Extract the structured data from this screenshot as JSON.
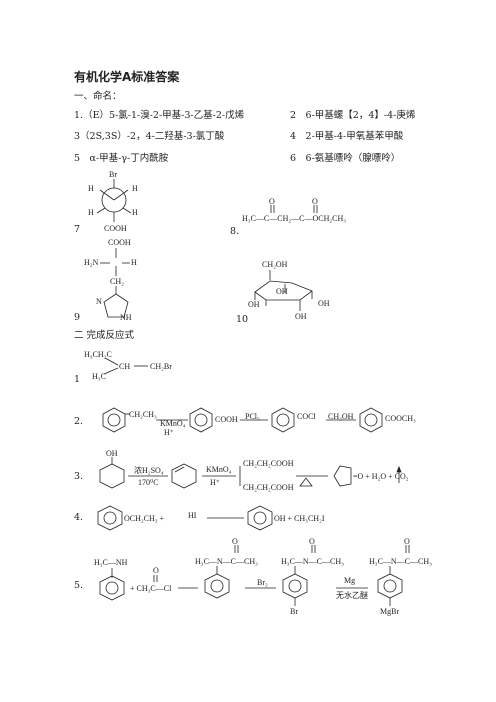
{
  "title": "有机化学A标准答案",
  "section1": "一、命名：",
  "section2": "二 完成反应式",
  "names": [
    "1.（E）5-氯-1-溴-2-甲基-3-乙基-2-戊烯",
    "2　6-甲基螺【2，4】-4-庚烯",
    "3（2S,3S）-2，4-二羟基-3-氯丁酸",
    "4　2-甲基-4-甲氧基苯甲酸",
    "5　α-甲基-γ-丁内酰胺",
    "6　6-氨基嘌呤（腺嘌呤）"
  ],
  "nums": [
    "7",
    "8.",
    "9",
    "10",
    "1",
    "2.",
    "3.",
    "4.",
    "5."
  ],
  "struct7": {
    "top": "Br",
    "h1": "H",
    "h2": "H",
    "h3": "H",
    "h4": "H",
    "bottom": "COOH"
  },
  "struct8": {
    "o1": "O",
    "o2": "O",
    "text": "H₃C—C—CH₂—C—OCH₂CH₃"
  },
  "struct9": {
    "cooh": "COOH",
    "h2n": "H₂N",
    "h": "H",
    "ch2": "CH₂",
    "n": "N",
    "nh": "NH"
  },
  "struct10": {
    "ch2oh": "CH₂OH",
    "oh1": "OH",
    "oh2": "OH",
    "oh3": "OH",
    "oh4": "OH"
  },
  "rxn1": {
    "a": "H₃CH₂C",
    "b": "CH",
    "c": "CH₂Br",
    "d": "H₃C"
  },
  "rxn2": {
    "sub": "CH₂CH₃",
    "reag1": "KMnO₄",
    "cond1": "H⁺",
    "p1": "COOH",
    "reag2": "PCl₅",
    "p2": "COCl",
    "reag3": "CH₃OH",
    "p3": "COOCH₃"
  },
  "rxn3": {
    "oh": "OH",
    "reag1": "浓H₂SO₄",
    "cond1": "170⁰C",
    "reag2": "KMnO₄",
    "cond2": "H⁺",
    "p1": "CH₂CH₂COOH",
    "p2": "CH₂CH₂COOH",
    "heat": "△",
    "prod": "=O + H₂O + CO₂"
  },
  "rxn4": {
    "sub": "OCH₂CH₃ +",
    "reag": "HI",
    "prod": "OH + CH₃CH₂I"
  },
  "rxn5": {
    "nh": "H₃C—NH",
    "plus": "+ CH₃C—Cl",
    "o": "O",
    "amide": "H₃C—N—C—CH₃",
    "br2": "Br₂",
    "br": "Br",
    "mg": "Mg",
    "ether": "无水乙醚",
    "mgbr": "MgBr"
  }
}
